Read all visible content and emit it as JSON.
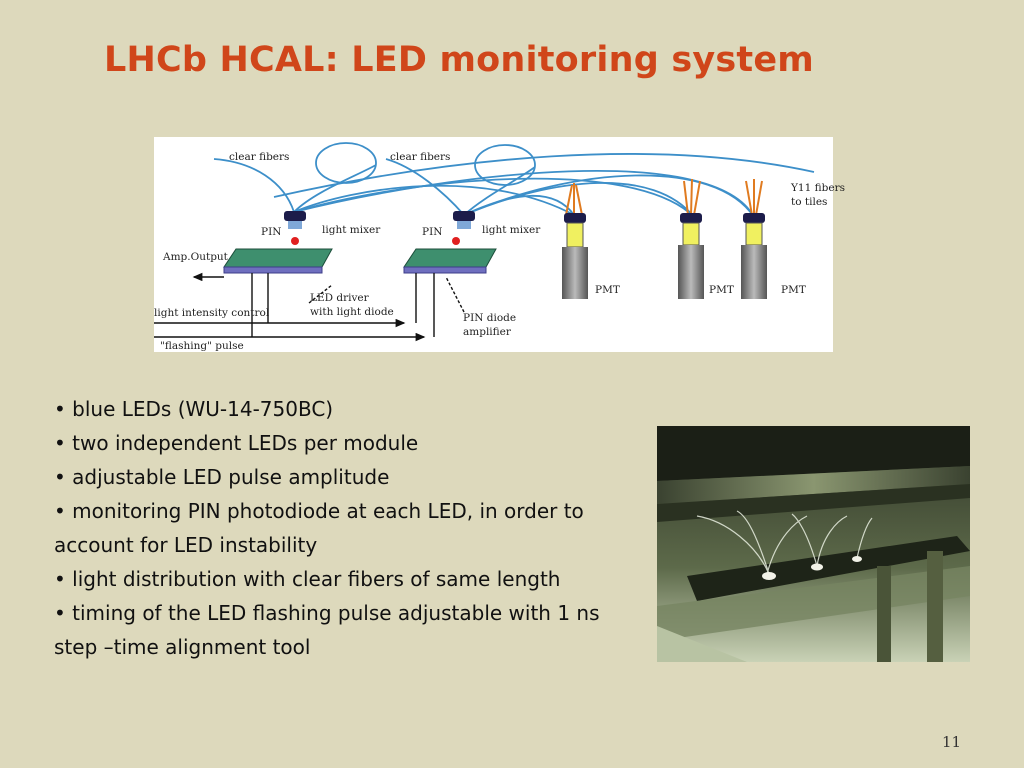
{
  "slide": {
    "title": "LHCb HCAL: LED monitoring system",
    "page_number": "11"
  },
  "diagram": {
    "labels": {
      "clear_fibers_1": "clear fibers",
      "clear_fibers_2": "clear fibers",
      "y11_line1": "Y11 fibers",
      "y11_line2": "to tiles",
      "pin_1": "PIN",
      "light_mixer_1": "light mixer",
      "pin_2": "PIN",
      "light_mixer_2": "light mixer",
      "amp_output": "Amp.Output",
      "led_driver_line1": "LED driver",
      "led_driver_line2": "with light diode",
      "light_intensity": "light intensity control",
      "pin_amp_line1": "PIN diode",
      "pin_amp_line2": "amplifier",
      "flashing": "\"flashing\" pulse",
      "pmt_1": "PMT",
      "pmt_2": "PMT",
      "pmt_3": "PMT"
    }
  },
  "bullets": [
    "• blue LEDs (WU-14-750BC)",
    "• two independent LEDs per module",
    "•  adjustable LED pulse amplitude",
    "•  monitoring PIN photodiode at each LED, in order to account for LED instability",
    "• light distribution with clear fibers of same length",
    "• timing of the LED flashing pulse adjustable with 1 ns step –time alignment tool"
  ],
  "colors": {
    "background": "#ddd9bc",
    "title": "#d0461a",
    "fiber": "#3d8fc9"
  }
}
